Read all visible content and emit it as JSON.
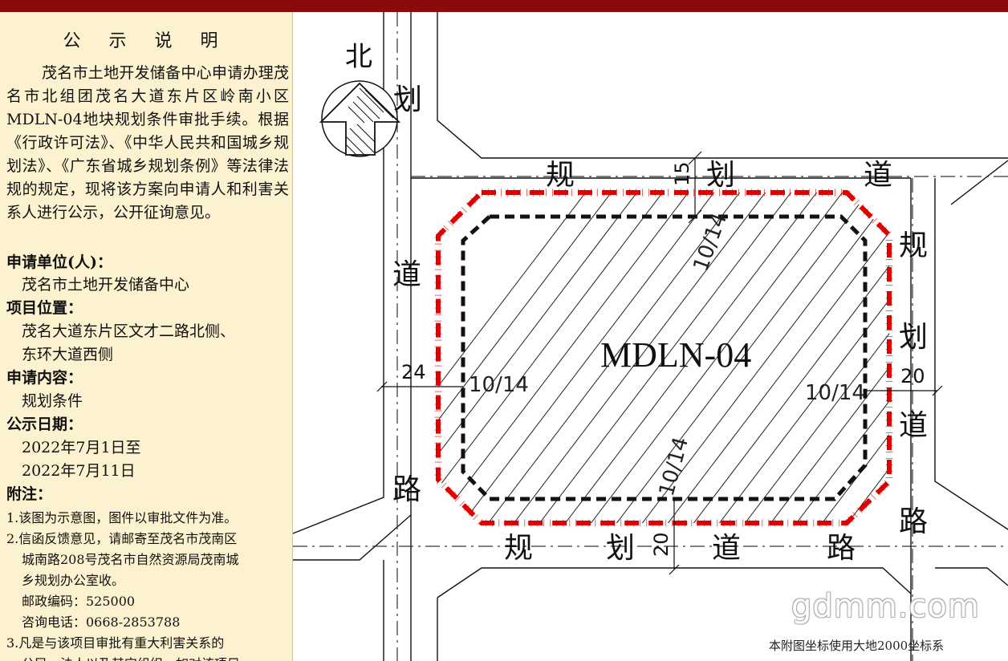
{
  "panel": {
    "title": "公 示 说 明",
    "intro": "茂名市土地开发储备中心申请办理茂名市北组团茂名大道东片区岭南小区MDLN-04地块规划条件审批手续。根据《行政许可法》、《中华人民共和国城乡规划法》、《广东省城乡规划条例》等法律法规的规定，现将该方案向申请人和利害关系人进行公示，公开征询意见。",
    "applicant_label": "申请单位(人)：",
    "applicant": "茂名市土地开发储备中心",
    "location_label": "项目位置：",
    "location_line1": "茂名大道东片区文才二路北侧、",
    "location_line2": "东环大道西侧",
    "content_label": "申请内容：",
    "content": "规划条件",
    "date_label": "公示日期：",
    "date_from": "2022年7月1日至",
    "date_to": "2022年7月11日",
    "notes_label": "附注：",
    "note1": "1.该图为示意图，图件以审批文件为准。",
    "note2_line1": "2.信函反馈意见，请邮寄至茂名市茂南区",
    "note2_line2": "城南路208号茂名市自然资源局茂南城",
    "note2_line3": "乡规划办公室收。",
    "postcode": "邮政编码：525000",
    "phone": "咨询电话：0668-2853788",
    "note3_line1": "3.凡是与该项目审批有重大利害关系的",
    "note3_line2": "公民、法人以及其它组织，如对该项目"
  },
  "map": {
    "north": "北",
    "parcel_id": "MDLN-04",
    "road_chars": [
      "规",
      "划",
      "道",
      "路"
    ],
    "dim_top": "15",
    "dim_left": "24",
    "dim_right": "20",
    "dim_bottom": "20",
    "setback": "10/14",
    "coord_note": "本附图坐标使用大地2000坐标系",
    "watermark": "gdmm.com"
  },
  "colors": {
    "topbar": "#8b0a0a",
    "panel_bg": "#fdf2cf",
    "boundary_red": "#e00000",
    "setback_black": "#111111"
  }
}
